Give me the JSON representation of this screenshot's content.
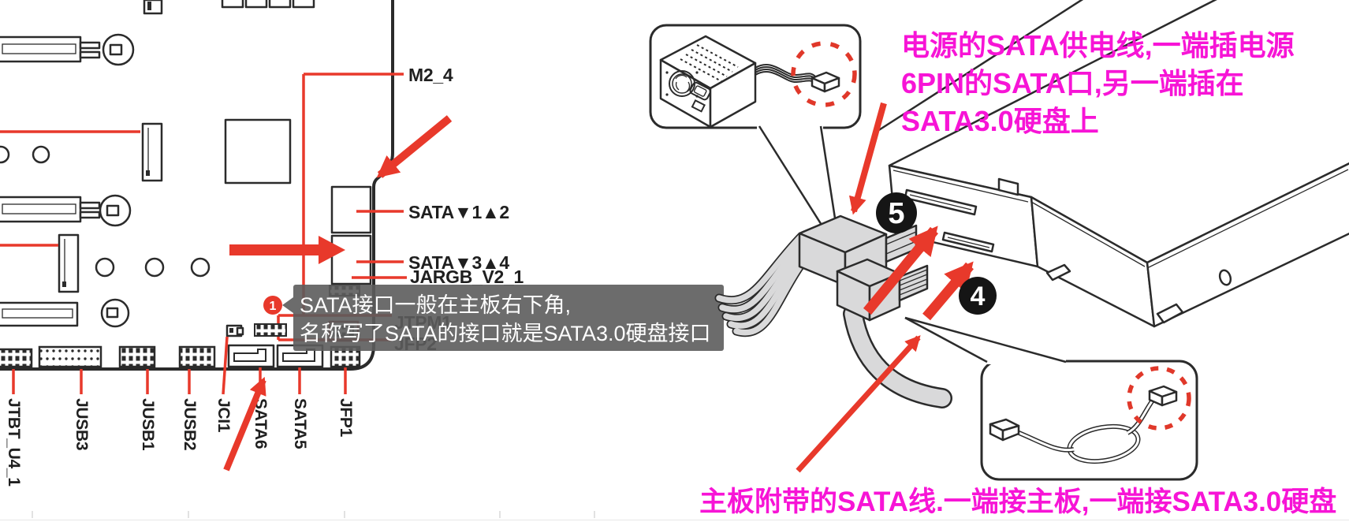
{
  "colors": {
    "accent_red": "#e8392b",
    "magenta": "#f714d6",
    "line_art": "#2b2b2b",
    "tooltip_bg": "#5c5c5c"
  },
  "motherboard": {
    "labels": {
      "m2_4": "M2_4",
      "sata_1_2": "SATA▼1▲2",
      "sata_3_4": "SATA▼3▲4",
      "jargb": "JARGB_V2_1",
      "jtpm1": "JTPM1",
      "jfp2": "JFP2"
    },
    "bottom_labels": [
      "JTBT_U4_1",
      "JUSB3",
      "JUSB1",
      "JUSB2",
      "JCI1",
      "SATA6",
      "SATA5",
      "JFP1"
    ]
  },
  "tooltip": {
    "badge": "1",
    "line1": "SATA接口一般在主板右下角,",
    "line2": "名称写了SATA的接口就是SATA3.0硬盘接口"
  },
  "steps": {
    "power": "5",
    "data": "4"
  },
  "annotations": {
    "power_cable": [
      "电源的SATA供电线,一端插电源",
      "6PIN的SATA口,另一端插在",
      "SATA3.0硬盘上"
    ],
    "data_cable": "主板附带的SATA线.一端接主板,一端接SATA3.0硬盘"
  }
}
